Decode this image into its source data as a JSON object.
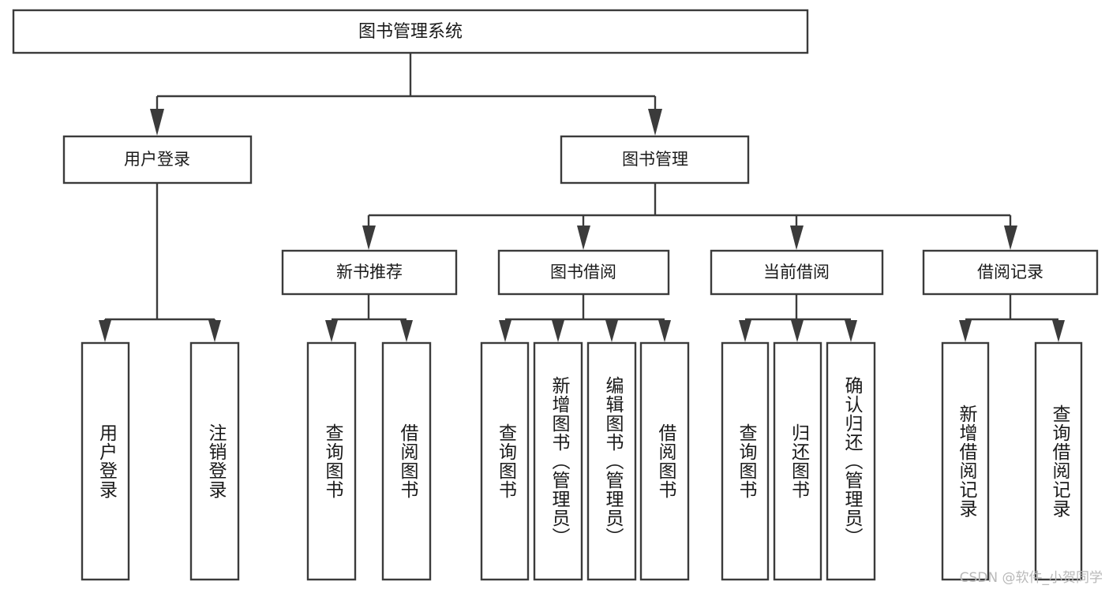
{
  "diagram": {
    "type": "tree-hierarchy",
    "title": "图书管理系统",
    "orientation": "top-down",
    "colors": {
      "box_stroke": "#3b3b3b",
      "box_fill": "#ffffff",
      "connector": "#3b3b3b",
      "text": "#1a1a1a",
      "background": "#ffffff",
      "watermark": "#b9b9b9"
    },
    "root": {
      "label": "图书管理系统"
    },
    "level2": [
      {
        "label": "用户登录"
      },
      {
        "label": "图书管理"
      }
    ],
    "level3": [
      {
        "label": "新书推荐"
      },
      {
        "label": "图书借阅"
      },
      {
        "label": "当前借阅"
      },
      {
        "label": "借阅记录"
      }
    ],
    "leaves": {
      "user_login": [
        {
          "label": "用户登录"
        },
        {
          "label": "注销登录"
        }
      ],
      "new_book_recommend": [
        {
          "label": "查询图书"
        },
        {
          "label": "借阅图书"
        }
      ],
      "book_borrow": [
        {
          "label": "查询图书"
        },
        {
          "label": "新增图书（管理员）"
        },
        {
          "label": "编辑图书（管理员）"
        },
        {
          "label": "借阅图书"
        }
      ],
      "current_borrow": [
        {
          "label": "查询图书"
        },
        {
          "label": "归还图书"
        },
        {
          "label": "确认归还（管理员）"
        }
      ],
      "borrow_record": [
        {
          "label": "新增借阅记录"
        },
        {
          "label": "查询借阅记录"
        }
      ]
    },
    "watermark": "CSDN @软件_小贺同学"
  }
}
